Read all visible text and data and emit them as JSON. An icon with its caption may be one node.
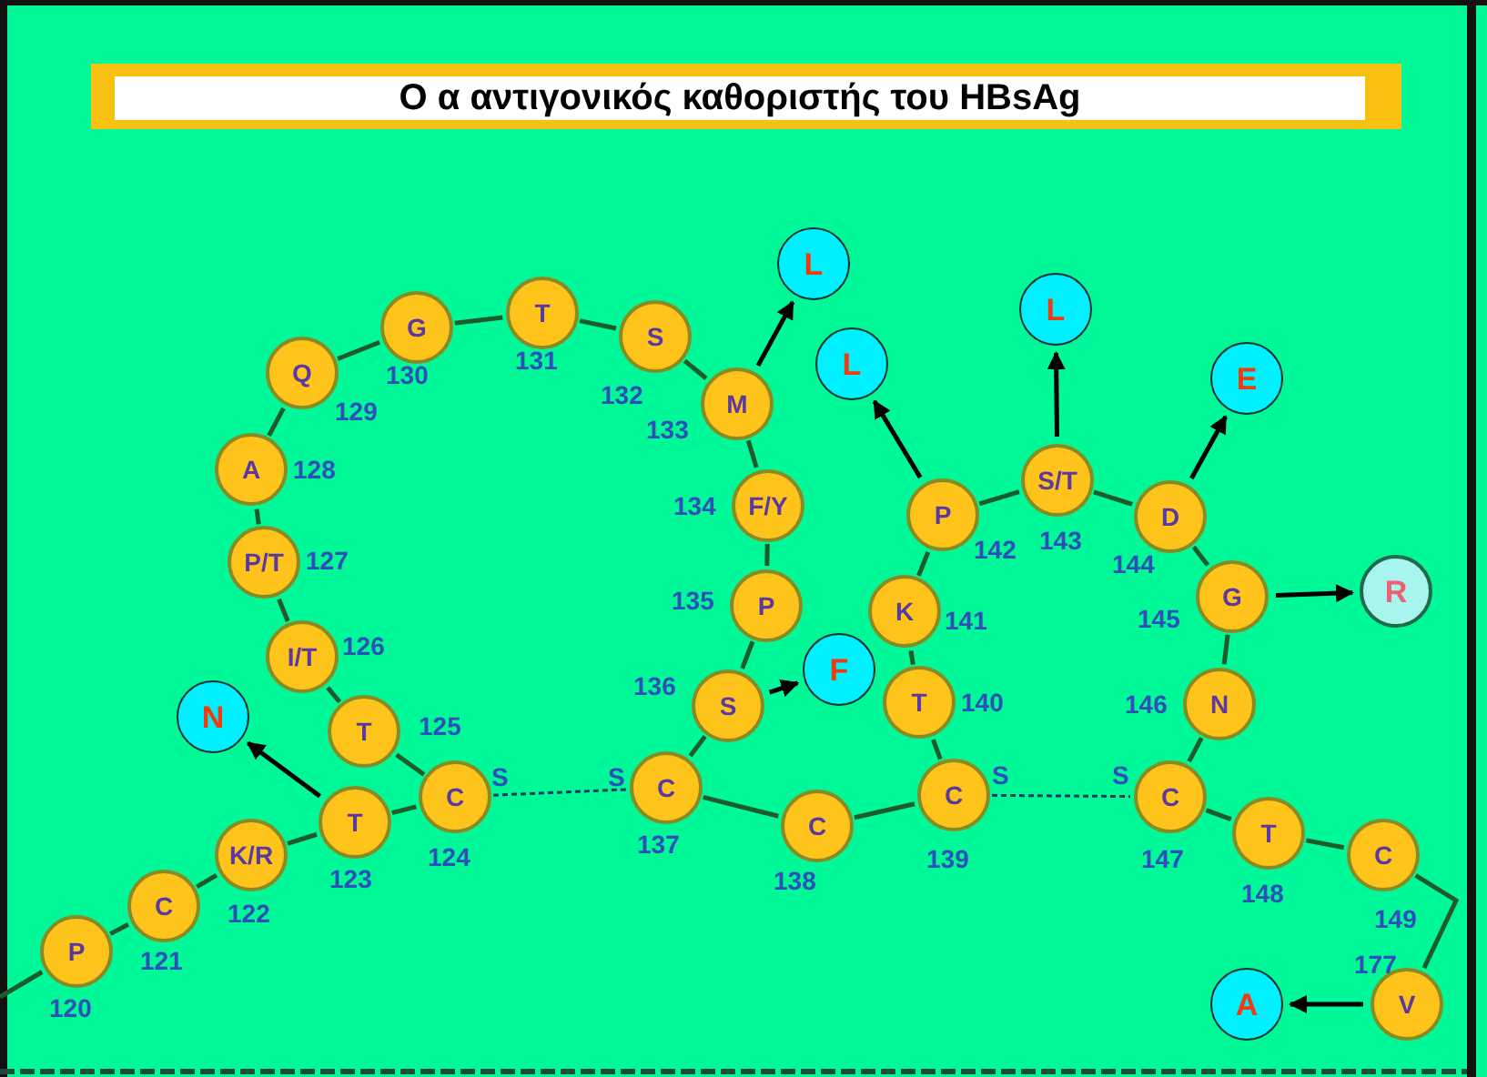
{
  "diagram": {
    "title": "Ο α αντιγονικός καθοριστής του HBsAg",
    "nodes": [
      {
        "text": [
          "P"
        ],
        "beside": [
          "120"
        ]
      },
      {
        "text": [
          "C"
        ],
        "beside": [
          "121"
        ]
      },
      {
        "text": [
          "K/R"
        ],
        "beside": [
          "122"
        ]
      },
      {
        "text": [
          "T"
        ],
        "beside": [
          "123"
        ]
      },
      {
        "text": [
          "C"
        ],
        "beside": [
          "124"
        ]
      },
      {
        "text": [
          "T"
        ],
        "beside": [
          "125"
        ]
      },
      {
        "text": [
          "I/T"
        ],
        "beside": [
          "126"
        ]
      },
      {
        "text": [
          "P/T"
        ],
        "beside": [
          "127"
        ]
      },
      {
        "text": [
          "A"
        ],
        "beside": [
          "128"
        ]
      },
      {
        "text": [
          "Q"
        ],
        "beside": [
          "129"
        ]
      },
      {
        "text": [
          "G"
        ],
        "beside": [
          "130"
        ]
      },
      {
        "text": [
          "T"
        ],
        "beside": [
          "131"
        ]
      },
      {
        "text": [
          "S"
        ],
        "beside": [
          "132"
        ]
      },
      {
        "text": [
          "M"
        ],
        "beside": [
          "133"
        ]
      },
      {
        "text": [
          "F/Y"
        ],
        "beside": [
          "134"
        ]
      },
      {
        "text": [
          "P"
        ],
        "beside": [
          "135"
        ]
      },
      {
        "text": [
          "S"
        ],
        "beside": [
          "136"
        ]
      },
      {
        "text": [
          "C"
        ],
        "beside": [
          "137"
        ]
      },
      {
        "text": [
          "C"
        ],
        "beside": [
          "138"
        ]
      },
      {
        "text": [
          "C"
        ],
        "beside": [
          "139"
        ]
      },
      {
        "text": [
          "T"
        ],
        "beside": [
          "140"
        ]
      },
      {
        "text": [
          "K"
        ],
        "beside": [
          "141"
        ]
      },
      {
        "text": [
          "P"
        ],
        "beside": [
          "142"
        ]
      },
      {
        "text": [
          "S/T"
        ],
        "beside": [
          "143"
        ]
      },
      {
        "text": [
          "D"
        ],
        "beside": [
          "144"
        ]
      },
      {
        "text": [
          "G"
        ],
        "beside": [
          "145"
        ]
      },
      {
        "text": [
          "N"
        ],
        "beside": [
          "146"
        ]
      },
      {
        "text": [
          "C"
        ],
        "beside": [
          "147"
        ]
      },
      {
        "text": [
          "T"
        ],
        "beside": [
          "148"
        ]
      },
      {
        "text": [
          "C"
        ],
        "beside": [
          "149"
        ]
      },
      {
        "text": [
          "V"
        ],
        "beside": [
          "177"
        ]
      },
      {
        "text": [
          "L"
        ]
      },
      {
        "text": [
          "L"
        ]
      },
      {
        "text": [
          "L"
        ]
      },
      {
        "text": [
          "E"
        ]
      },
      {
        "text": [
          "N"
        ]
      },
      {
        "text": [
          "F"
        ]
      },
      {
        "text": [
          "R"
        ]
      },
      {
        "text": [
          "A"
        ]
      }
    ],
    "edges": [
      {
        "from": null,
        "to": 0,
        "arrow": "none"
      },
      {
        "from": 0,
        "to": 1,
        "arrow": "none"
      },
      {
        "from": 1,
        "to": 2,
        "arrow": "none"
      },
      {
        "from": 2,
        "to": 3,
        "arrow": "none"
      },
      {
        "from": 3,
        "to": 4,
        "arrow": "none"
      },
      {
        "from": 4,
        "to": 5,
        "arrow": "none"
      },
      {
        "from": 5,
        "to": 6,
        "arrow": "none"
      },
      {
        "from": 6,
        "to": 7,
        "arrow": "none"
      },
      {
        "from": 7,
        "to": 8,
        "arrow": "none"
      },
      {
        "from": 8,
        "to": 9,
        "arrow": "none"
      },
      {
        "from": 9,
        "to": 10,
        "arrow": "none"
      },
      {
        "from": 10,
        "to": 11,
        "arrow": "none"
      },
      {
        "from": 11,
        "to": 12,
        "arrow": "none"
      },
      {
        "from": 12,
        "to": 13,
        "arrow": "none"
      },
      {
        "from": 13,
        "to": 14,
        "arrow": "none"
      },
      {
        "from": 14,
        "to": 15,
        "arrow": "none"
      },
      {
        "from": 15,
        "to": 16,
        "arrow": "none"
      },
      {
        "from": 16,
        "to": 17,
        "arrow": "none"
      },
      {
        "from": 17,
        "to": 18,
        "arrow": "none"
      },
      {
        "from": 18,
        "to": 19,
        "arrow": "none"
      },
      {
        "from": 19,
        "to": 20,
        "arrow": "none"
      },
      {
        "from": 20,
        "to": 21,
        "arrow": "none"
      },
      {
        "from": 21,
        "to": 22,
        "arrow": "none"
      },
      {
        "from": 22,
        "to": 23,
        "arrow": "none"
      },
      {
        "from": 23,
        "to": 24,
        "arrow": "none"
      },
      {
        "from": 24,
        "to": 25,
        "arrow": "none"
      },
      {
        "from": 25,
        "to": 26,
        "arrow": "none"
      },
      {
        "from": 26,
        "to": 27,
        "arrow": "none"
      },
      {
        "from": 27,
        "to": 28,
        "arrow": "none"
      },
      {
        "from": 28,
        "to": 29,
        "arrow": "none"
      },
      {
        "from": 29,
        "to": 30,
        "arrow": "none"
      },
      {
        "from": 4,
        "to": 17,
        "arrow": "none",
        "style": "dashed"
      },
      {
        "from": 19,
        "to": 27,
        "arrow": "none",
        "style": "dashed"
      },
      {
        "from": 13,
        "to": 31,
        "arrow": "to",
        "color": "#000000"
      },
      {
        "from": 22,
        "to": 32,
        "arrow": "to",
        "color": "#000000"
      },
      {
        "from": 23,
        "to": 33,
        "arrow": "to",
        "color": "#000000"
      },
      {
        "from": 24,
        "to": 34,
        "arrow": "to",
        "color": "#000000"
      },
      {
        "from": 3,
        "to": 35,
        "arrow": "to",
        "color": "#000000"
      },
      {
        "from": 16,
        "to": 36,
        "arrow": "to",
        "color": "#000000"
      },
      {
        "from": 25,
        "to": 37,
        "arrow": "to",
        "color": "#000000"
      },
      {
        "from": 30,
        "to": 38,
        "arrow": "to",
        "color": "#000000"
      }
    ],
    "labels": [
      "S",
      "S",
      "S",
      "S"
    ]
  }
}
